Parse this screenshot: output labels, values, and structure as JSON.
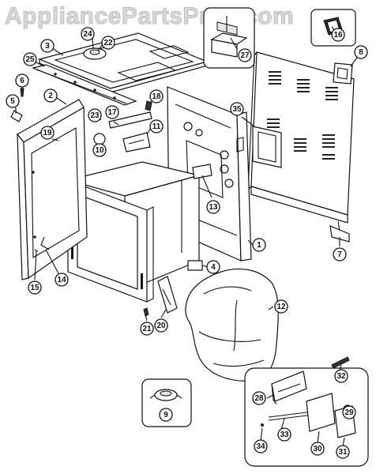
{
  "watermark": "AppliancePartsPros.com",
  "callouts": [
    {
      "id": "c24",
      "label": "24"
    },
    {
      "id": "c22",
      "label": "22"
    },
    {
      "id": "c3",
      "label": "3"
    },
    {
      "id": "c25",
      "label": "25"
    },
    {
      "id": "c27",
      "label": "27"
    },
    {
      "id": "c16",
      "label": "16"
    },
    {
      "id": "c8",
      "label": "8"
    },
    {
      "id": "c6",
      "label": "6"
    },
    {
      "id": "c5",
      "label": "5"
    },
    {
      "id": "c2",
      "label": "2"
    },
    {
      "id": "c19",
      "label": "19"
    },
    {
      "id": "c23",
      "label": "23"
    },
    {
      "id": "c17",
      "label": "17"
    },
    {
      "id": "c18",
      "label": "18"
    },
    {
      "id": "c11",
      "label": "11"
    },
    {
      "id": "c10",
      "label": "10"
    },
    {
      "id": "c35",
      "label": "35"
    },
    {
      "id": "c13",
      "label": "13"
    },
    {
      "id": "c1",
      "label": "1"
    },
    {
      "id": "c7",
      "label": "7"
    },
    {
      "id": "c14",
      "label": "14"
    },
    {
      "id": "c15",
      "label": "15"
    },
    {
      "id": "c4",
      "label": "4"
    },
    {
      "id": "c12",
      "label": "12"
    },
    {
      "id": "c21",
      "label": "21"
    },
    {
      "id": "c20",
      "label": "20"
    },
    {
      "id": "c9",
      "label": "9"
    },
    {
      "id": "c28",
      "label": "28"
    },
    {
      "id": "c32",
      "label": "32"
    },
    {
      "id": "c29",
      "label": "29"
    },
    {
      "id": "c33",
      "label": "33"
    },
    {
      "id": "c34",
      "label": "34"
    },
    {
      "id": "c30",
      "label": "30"
    },
    {
      "id": "c31",
      "label": "31"
    }
  ]
}
